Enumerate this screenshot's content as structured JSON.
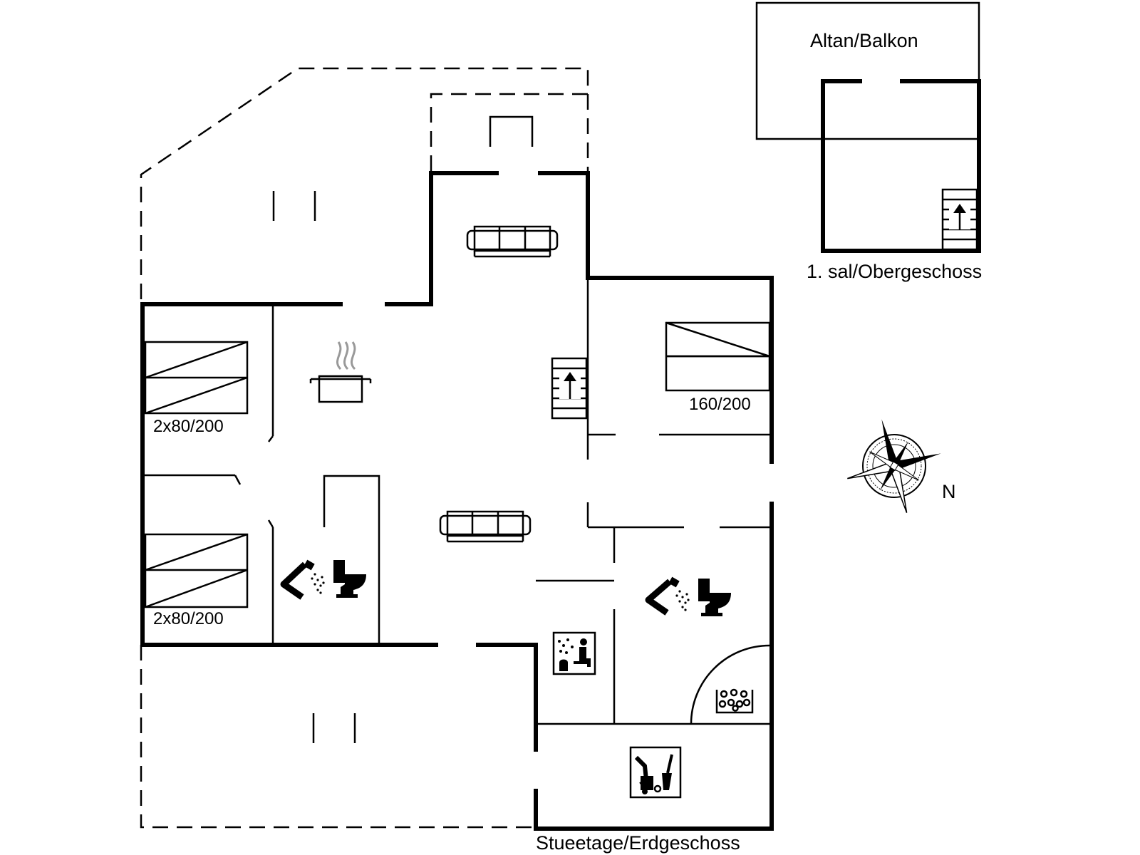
{
  "floors": {
    "ground_label": "Stueetage/Erdgeschoss",
    "upper_label": "1. sal/Obergeschoss",
    "balcony_label": "Altan/Balkon"
  },
  "beds": {
    "bed_top_left": "2x80/200",
    "bed_bottom_left": "2x80/200",
    "bed_right": "160/200"
  },
  "compass": {
    "north_label": "N"
  },
  "icons": [
    "sofa-icon",
    "sofa-icon",
    "cooking-pot-icon",
    "shower-icon",
    "toilet-icon",
    "sauna-icon",
    "spa-bath-icon",
    "washing-machine-icon",
    "staircase-icon",
    "compass-rose-icon"
  ],
  "colors": {
    "lines": "#000000",
    "background": "#ffffff"
  }
}
